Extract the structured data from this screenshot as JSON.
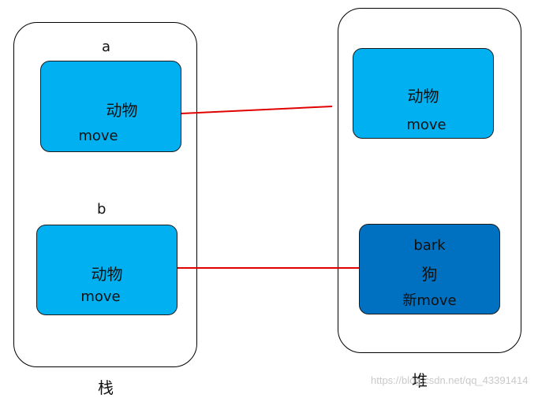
{
  "colors": {
    "object_light": "#00B0F0",
    "object_dark": "#0070C0",
    "reference_line": "#E00000",
    "border": "#000000"
  },
  "stack": {
    "label": "栈",
    "var_a": {
      "name": "a",
      "line1": "动物",
      "line2": "move"
    },
    "var_b": {
      "name": "b",
      "line1": "动物",
      "line2": "move"
    }
  },
  "heap": {
    "label": "堆",
    "animal_object": {
      "line1": "动物",
      "line2": "move"
    },
    "dog_object": {
      "line1": "bark",
      "line2": "狗",
      "line3": "新move"
    }
  },
  "watermark": "https://blog.csdn.net/qq_43391414"
}
